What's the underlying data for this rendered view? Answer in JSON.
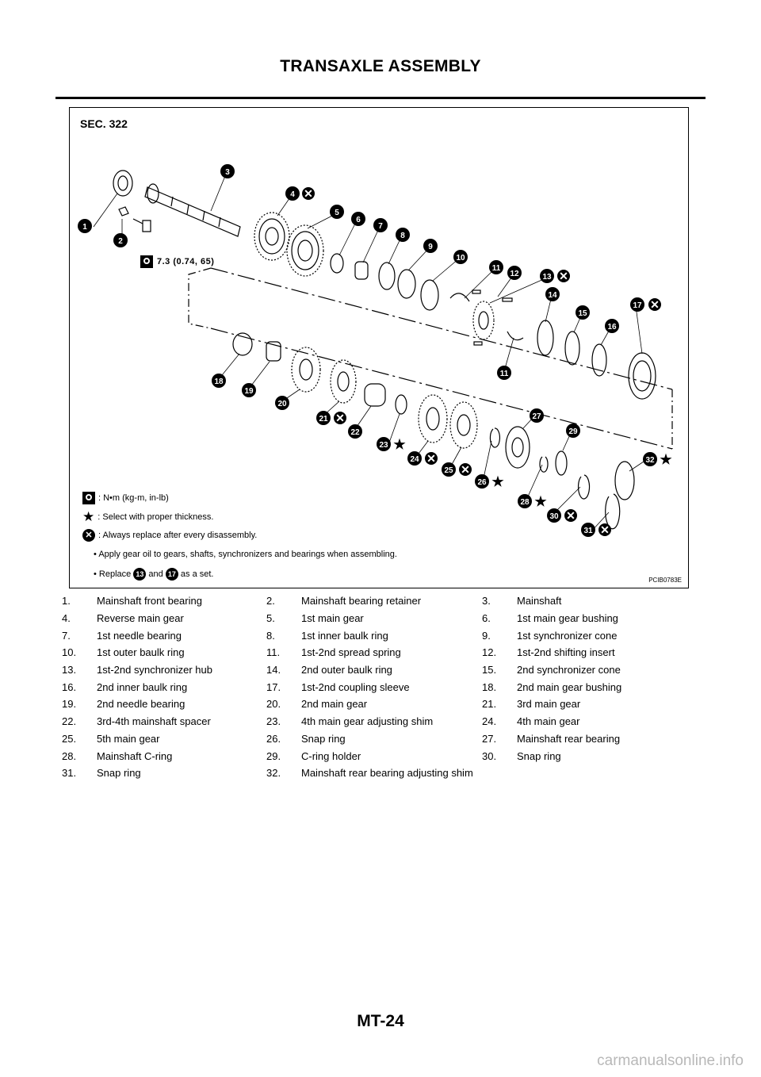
{
  "page": {
    "title": "TRANSAXLE ASSEMBLY",
    "page_number": "MT-24",
    "watermark": "carmanualsonline.info"
  },
  "figure": {
    "section": "SEC. 322",
    "figure_code": "PCIB0783E",
    "torque_spec": "7.3  (0.74,  65)",
    "callouts": [
      "1",
      "2",
      "3",
      "4",
      "5",
      "6",
      "7",
      "8",
      "9",
      "10",
      "11",
      "12",
      "13",
      "14",
      "15",
      "16",
      "17",
      "11",
      "18",
      "19",
      "20",
      "21",
      "22",
      "23",
      "24",
      "25",
      "26",
      "27",
      "28",
      "29",
      "30",
      "31",
      "32"
    ],
    "legend": {
      "torque_units": ":  N•m  (kg-m,  in-lb)",
      "select_thickness": ": Select with proper thickness.",
      "always_replace": ": Always replace after every disassembly.",
      "note_gear_oil": "Apply gear oil to gears, shafts, synchronizers and bearings when assembling.",
      "note_replace_prefix": "Replace",
      "note_replace_mid": "and",
      "note_replace_suffix": "as a set.",
      "note_replace_part_a": "13",
      "note_replace_part_b": "17",
      "bullet": "•"
    },
    "icons": {
      "torque": "torque-wrench-icon",
      "select": "star-icon",
      "replace": "replace-x-icon"
    }
  },
  "parts": [
    {
      "num": "1.",
      "name": "Mainshaft front bearing"
    },
    {
      "num": "2.",
      "name": "Mainshaft bearing retainer"
    },
    {
      "num": "3.",
      "name": "Mainshaft"
    },
    {
      "num": "4.",
      "name": "Reverse main gear"
    },
    {
      "num": "5.",
      "name": "1st main gear"
    },
    {
      "num": "6.",
      "name": "1st main gear bushing"
    },
    {
      "num": "7.",
      "name": "1st needle bearing"
    },
    {
      "num": "8.",
      "name": "1st inner baulk ring"
    },
    {
      "num": "9.",
      "name": "1st synchronizer cone"
    },
    {
      "num": "10.",
      "name": "1st outer baulk ring"
    },
    {
      "num": "11.",
      "name": "1st-2nd spread spring"
    },
    {
      "num": "12.",
      "name": "1st-2nd shifting insert"
    },
    {
      "num": "13.",
      "name": "1st-2nd synchronizer hub"
    },
    {
      "num": "14.",
      "name": "2nd outer baulk ring"
    },
    {
      "num": "15.",
      "name": "2nd synchronizer cone"
    },
    {
      "num": "16.",
      "name": "2nd inner baulk ring"
    },
    {
      "num": "17.",
      "name": "1st-2nd coupling sleeve"
    },
    {
      "num": "18.",
      "name": "2nd main gear bushing"
    },
    {
      "num": "19.",
      "name": "2nd needle bearing"
    },
    {
      "num": "20.",
      "name": "2nd main gear"
    },
    {
      "num": "21.",
      "name": "3rd main gear"
    },
    {
      "num": "22.",
      "name": "3rd-4th mainshaft spacer"
    },
    {
      "num": "23.",
      "name": "4th main gear adjusting shim"
    },
    {
      "num": "24.",
      "name": "4th main gear"
    },
    {
      "num": "25.",
      "name": "5th main gear"
    },
    {
      "num": "26.",
      "name": "Snap ring"
    },
    {
      "num": "27.",
      "name": "Mainshaft rear bearing"
    },
    {
      "num": "28.",
      "name": "Mainshaft C-ring"
    },
    {
      "num": "29.",
      "name": "C-ring holder"
    },
    {
      "num": "30.",
      "name": "Snap ring"
    },
    {
      "num": "31.",
      "name": "Snap ring"
    },
    {
      "num": "32.",
      "name": "Mainshaft rear bearing adjusting shim"
    }
  ]
}
